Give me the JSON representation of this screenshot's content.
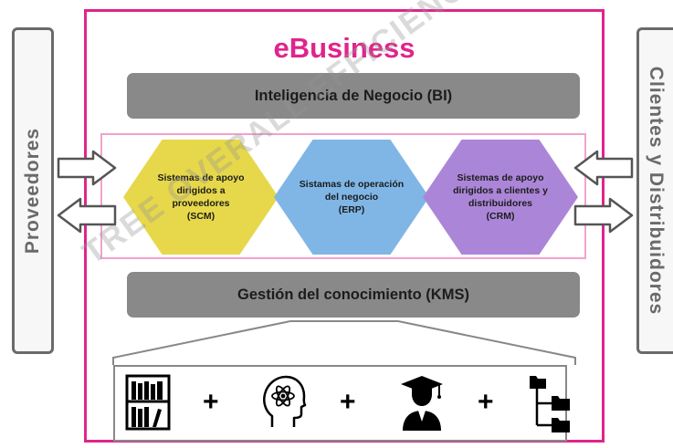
{
  "title": "eBusiness",
  "left_panel": {
    "label": "Proveedores"
  },
  "right_panel": {
    "label": "Clientes y Distribuidores"
  },
  "bars": {
    "bi": "Inteligencia de Negocio (BI)",
    "kms": "Gestión del conocimiento (KMS)"
  },
  "hexagons": [
    {
      "id": "scm",
      "lines": [
        "Sistemas de apoyo",
        "dirigidos a proveedores",
        "(SCM)"
      ],
      "color": "#e6d84a"
    },
    {
      "id": "erp",
      "lines": [
        "Sistamas de operación",
        "del negocio",
        "(ERP)"
      ],
      "color": "#7fb6e6"
    },
    {
      "id": "crm",
      "lines": [
        "Sistemas de apoyo",
        "dirigidos a clientes y",
        "distribuidores",
        "(CRM)"
      ],
      "color": "#ab86d8"
    }
  ],
  "bottom_icons": [
    {
      "icon": "bookshelf-icon"
    },
    {
      "icon": "head-atom-icon"
    },
    {
      "icon": "graduate-icon"
    },
    {
      "icon": "folder-tree-icon"
    }
  ],
  "plus_sign": "+",
  "watermark": "TREE OVERALL EFFICIENCY, SL",
  "colors": {
    "accent": "#e0248c",
    "bar": "#898989",
    "scm": "#e6d84a",
    "erp": "#7fb6e6",
    "crm": "#ab86d8"
  }
}
